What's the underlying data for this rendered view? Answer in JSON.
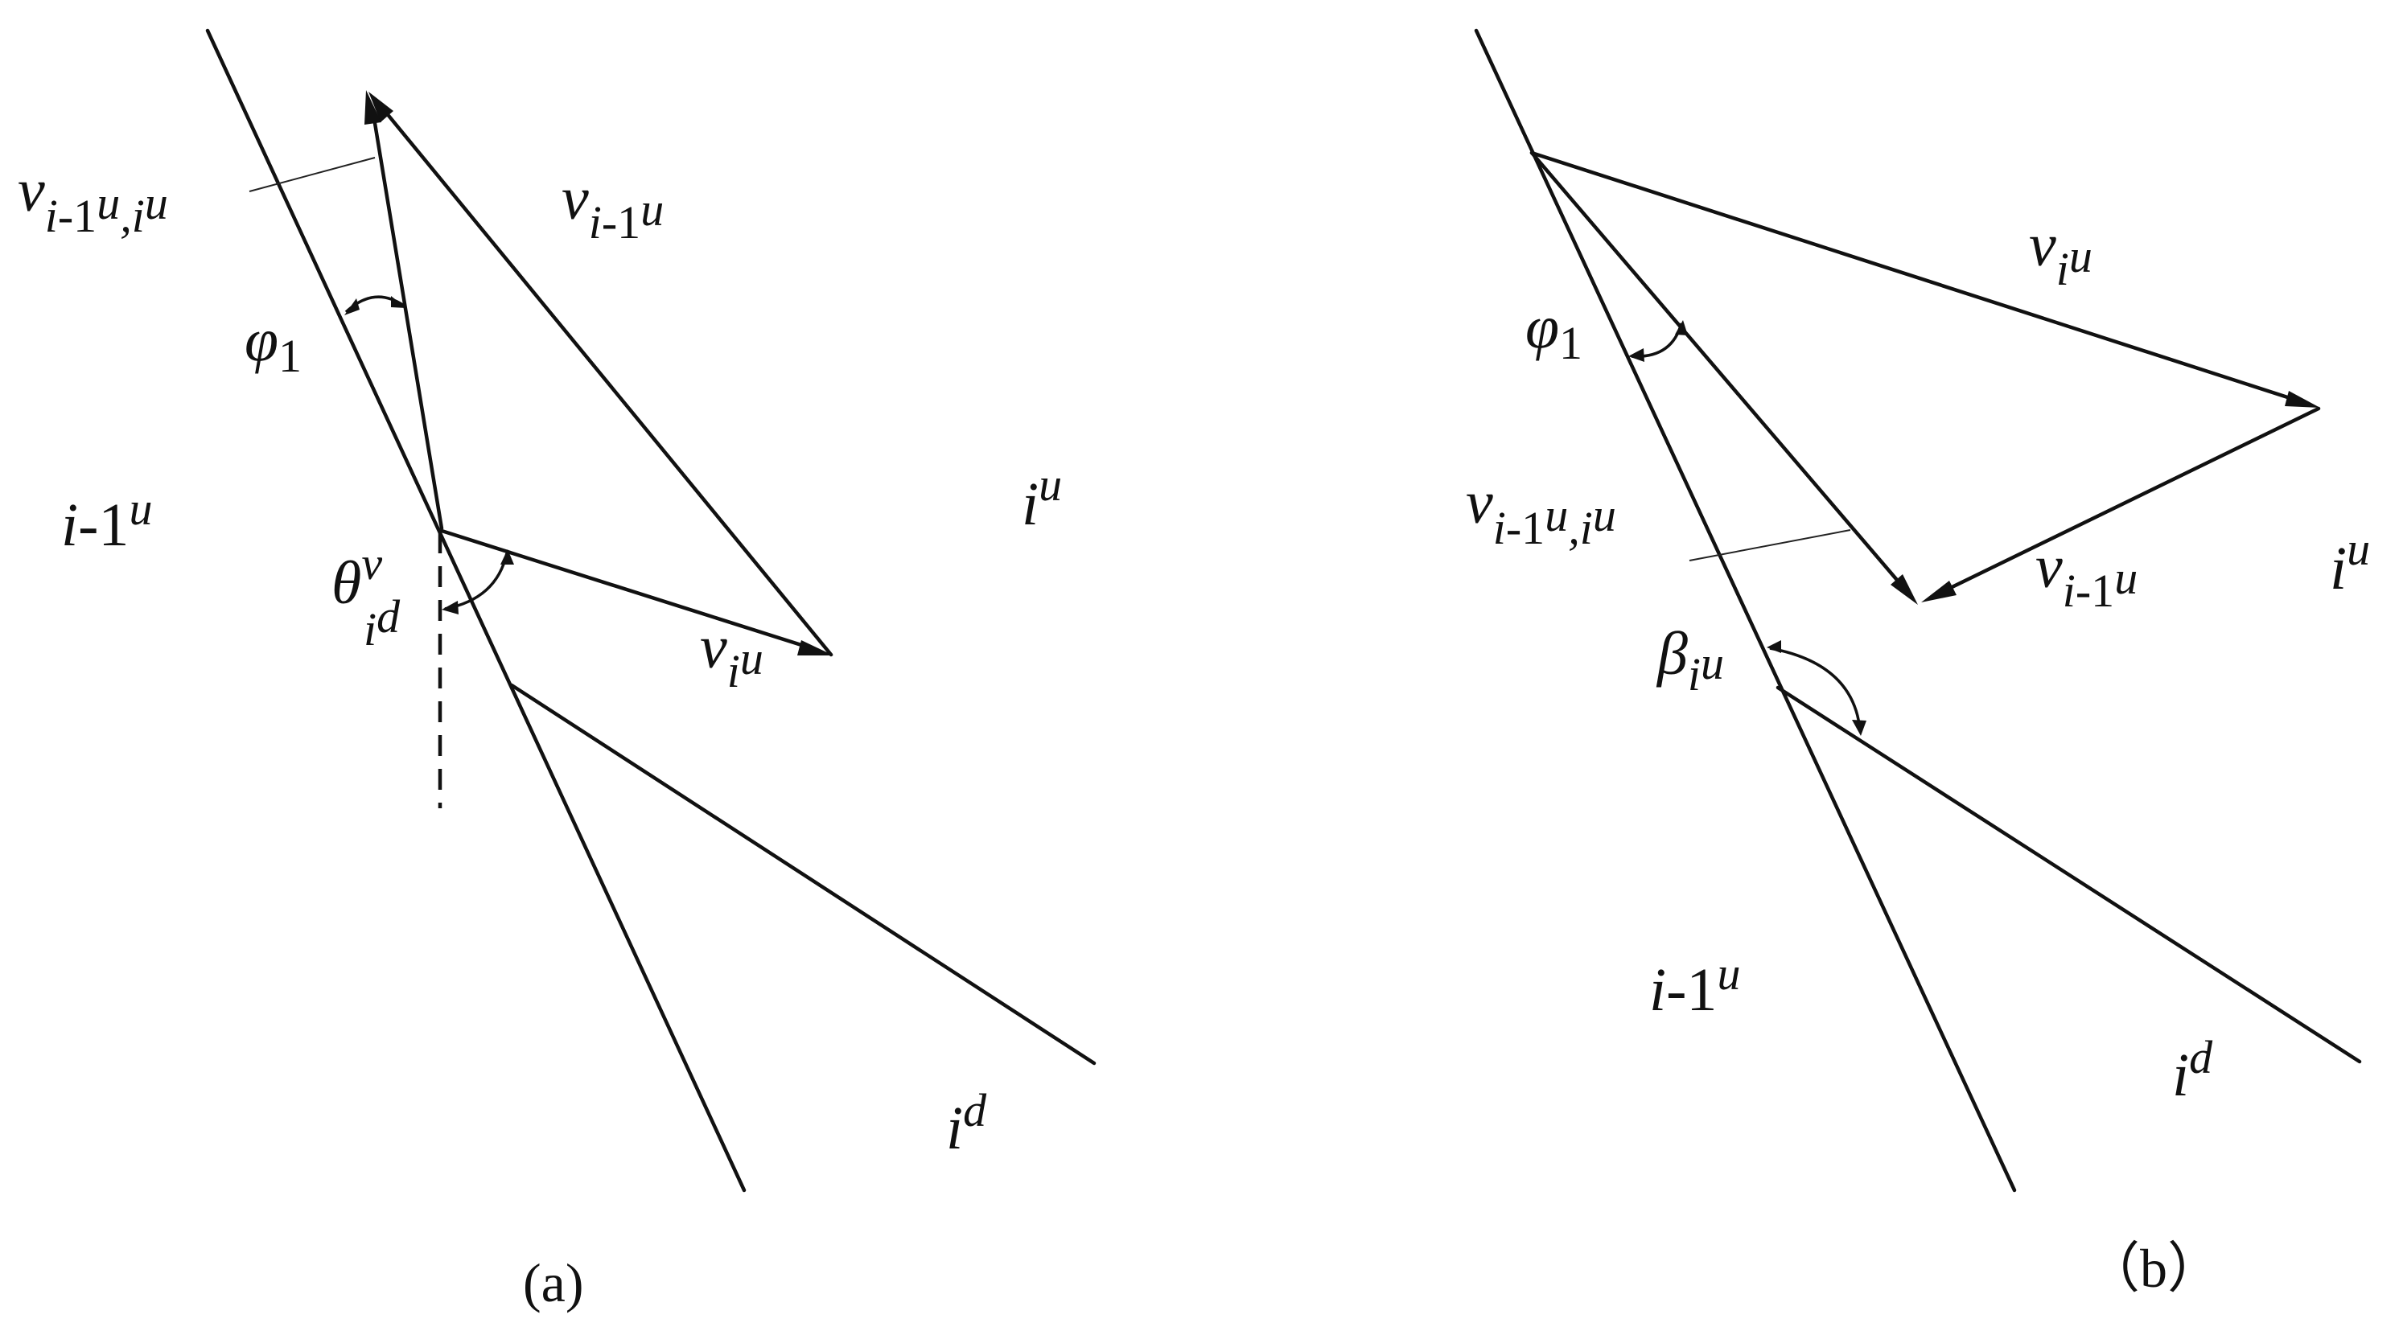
{
  "panel_a": {
    "caption": "(a)",
    "labels": {
      "v_boundary": {
        "v": "v",
        "sub_i": "i",
        "sub_1": "-1",
        "sub_u": "u",
        "sub_comma": ",",
        "sub_i2": "i",
        "sub_u2": "u"
      },
      "v_prev": {
        "v": "v",
        "sub_i": "i",
        "sub_1": "-1",
        "sub_u": "u"
      },
      "phi": {
        "sym": "φ",
        "sub": "1"
      },
      "region_prev": {
        "main": "i",
        "mid": "-1",
        "sup": "u"
      },
      "region_i": {
        "main": "i",
        "sup": "u"
      },
      "theta": {
        "sym": "θ",
        "sup": "v",
        "sub_i": "i",
        "sub_d": "d"
      },
      "v_i": {
        "v": "v",
        "sub_i": "i",
        "sub_u": "u"
      },
      "region_d": {
        "main": "i",
        "sup": "d"
      }
    }
  },
  "panel_b": {
    "caption": "（b）",
    "labels": {
      "phi": {
        "sym": "φ",
        "sub": "1"
      },
      "v_i": {
        "v": "v",
        "sub_i": "i",
        "sub_u": "u"
      },
      "v_boundary": {
        "v": "v",
        "sub_i": "i",
        "sub_1": "-1",
        "sub_u": "u",
        "sub_comma": ",",
        "sub_i2": "i",
        "sub_u2": "u"
      },
      "v_prev": {
        "v": "v",
        "sub_i": "i",
        "sub_1": "-1",
        "sub_u": "u"
      },
      "region_i": {
        "main": "i",
        "sup": "u"
      },
      "beta": {
        "sym": "β",
        "sub_i": "i",
        "sub_u": "u"
      },
      "region_prev": {
        "main": "i",
        "mid": "-1",
        "sup": "u"
      },
      "region_d": {
        "main": "i",
        "sup": "d"
      }
    }
  }
}
